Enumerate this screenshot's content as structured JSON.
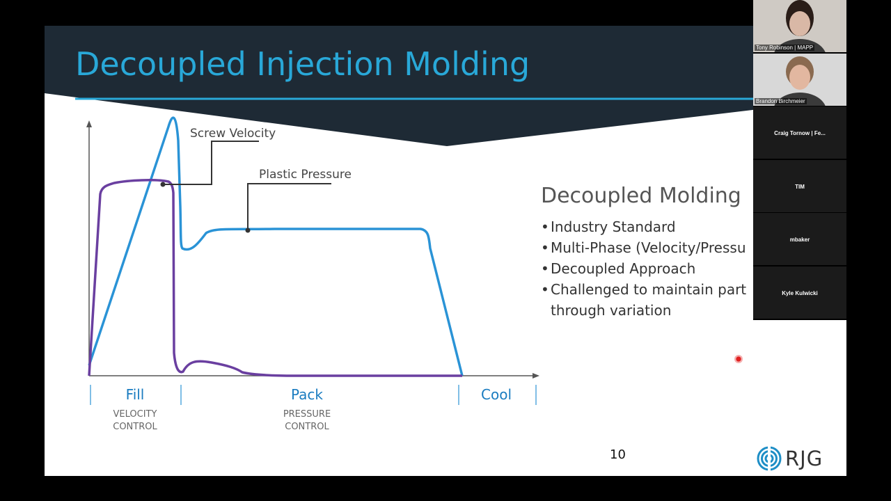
{
  "slide": {
    "title": "Decoupled Injection Molding",
    "page_number": "10",
    "logo_text": "RJG",
    "colors": {
      "title": "#29a8d8",
      "header_bg": "#1e2a35",
      "screw_velocity": "#2a93d6",
      "plastic_pressure": "#6a3fa0"
    }
  },
  "chart": {
    "callouts": {
      "screw_velocity": "Screw Velocity",
      "plastic_pressure": "Plastic Pressure"
    },
    "phases": [
      {
        "label": "Fill",
        "sub": [
          "VELOCITY",
          "CONTROL"
        ]
      },
      {
        "label": "Pack",
        "sub": [
          "PRESSURE",
          "CONTROL"
        ]
      },
      {
        "label": "Cool",
        "sub": []
      }
    ]
  },
  "bullets": {
    "heading": "Decoupled Molding",
    "items": [
      "Industry Standard",
      "Multi-Phase (Velocity/Pressu",
      "Decoupled Approach",
      "Challenged to maintain part"
    ],
    "continuation": "through variation"
  },
  "participants": [
    {
      "name": "Tony Robinson | MAPP",
      "video": true,
      "skin": "#d9b8a6",
      "hair": "#2a1d18",
      "bg": "#cfcac4"
    },
    {
      "name": "Brandon Birchmeier",
      "video": true,
      "skin": "#e2b7a0",
      "hair": "#8a6a50",
      "bg": "#d8d8d8"
    },
    {
      "name": "Craig Tornow | Fe...",
      "video": false
    },
    {
      "name": "TIM",
      "video": false
    },
    {
      "name": "mbaker",
      "video": false
    },
    {
      "name": "Kyle Kulwicki",
      "video": false
    }
  ]
}
